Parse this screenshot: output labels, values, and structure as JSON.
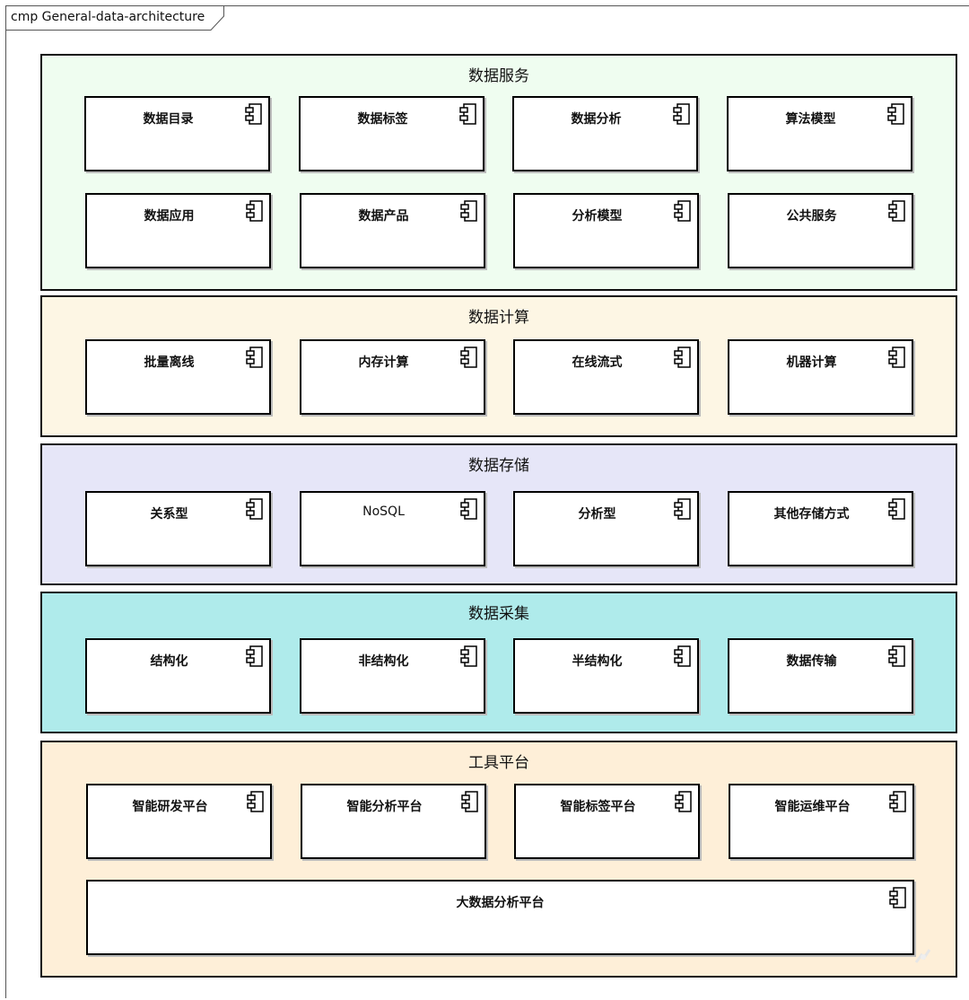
{
  "diagram": {
    "frame_title": "cmp General-data-architecture",
    "layers": [
      {
        "title": "数据服务",
        "color": "#effdf0",
        "components": [
          "数据目录",
          "数据标签",
          "数据分析",
          "算法模型",
          "数据应用",
          "数据产品",
          "分析模型",
          "公共服务"
        ]
      },
      {
        "title": "数据计算",
        "color": "#fdf6e4",
        "components": [
          "批量离线",
          "内存计算",
          "在线流式",
          "机器计算"
        ]
      },
      {
        "title": "数据存储",
        "color": "#e6e6f8",
        "components": [
          "关系型",
          "NoSQL",
          "分析型",
          "其他存储方式"
        ]
      },
      {
        "title": "数据采集",
        "color": "#afebeb",
        "components": [
          "结构化",
          "非结构化",
          "半结构化",
          "数据传输"
        ]
      },
      {
        "title": "工具平台",
        "color": "#feefd8",
        "components": [
          "智能研发平台",
          "智能分析平台",
          "智能标签平台",
          "智能运维平台",
          "大数据分析平台"
        ]
      }
    ]
  }
}
